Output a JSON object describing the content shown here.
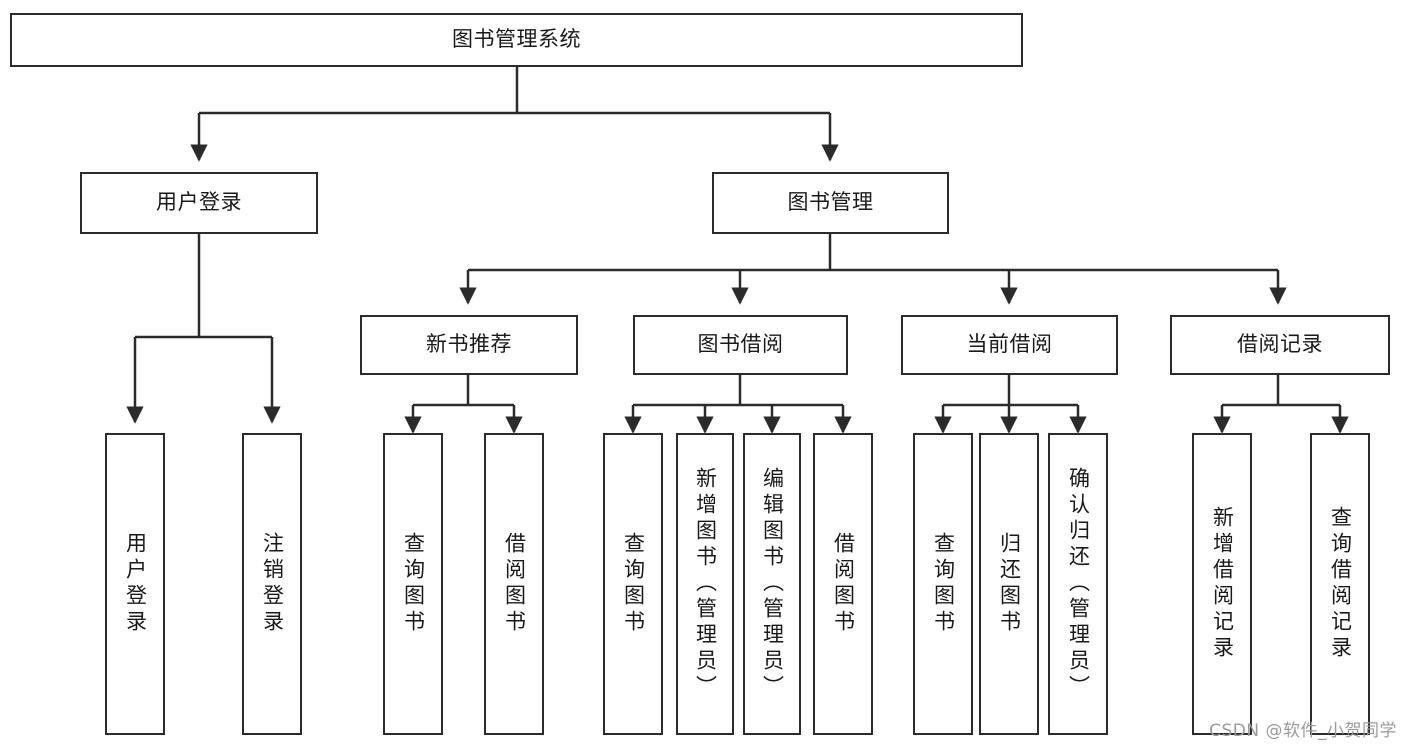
{
  "diagram": {
    "title": "图书管理系统",
    "type": "tree-hierarchy-diagram",
    "root": {
      "label": "图书管理系统"
    },
    "level2": [
      {
        "label": "用户登录"
      },
      {
        "label": "图书管理"
      }
    ],
    "level3": [
      {
        "label": "新书推荐"
      },
      {
        "label": "图书借阅"
      },
      {
        "label": "当前借阅"
      },
      {
        "label": "借阅记录"
      }
    ],
    "leaves": {
      "user_login": [
        {
          "label": "用户登录"
        },
        {
          "label": "注销登录"
        }
      ],
      "new_book_recommend": [
        {
          "label": "查询图书"
        },
        {
          "label": "借阅图书"
        }
      ],
      "book_borrow": [
        {
          "label": "查询图书"
        },
        {
          "label": "新增图书（管理员）"
        },
        {
          "label": "编辑图书（管理员）"
        },
        {
          "label": "借阅图书"
        }
      ],
      "current_borrow": [
        {
          "label": "查询图书"
        },
        {
          "label": "归还图书"
        },
        {
          "label": "确认归还（管理员）"
        }
      ],
      "borrow_record": [
        {
          "label": "新增借阅记录"
        },
        {
          "label": "查询借阅记录"
        }
      ]
    }
  },
  "watermark": {
    "text": "CSDN @软件_小贺同学"
  },
  "colors": {
    "stroke": "#2b2b2b",
    "fill": "#ffffff",
    "text": "#1a1a1a",
    "watermark": "#9b9b9b"
  }
}
